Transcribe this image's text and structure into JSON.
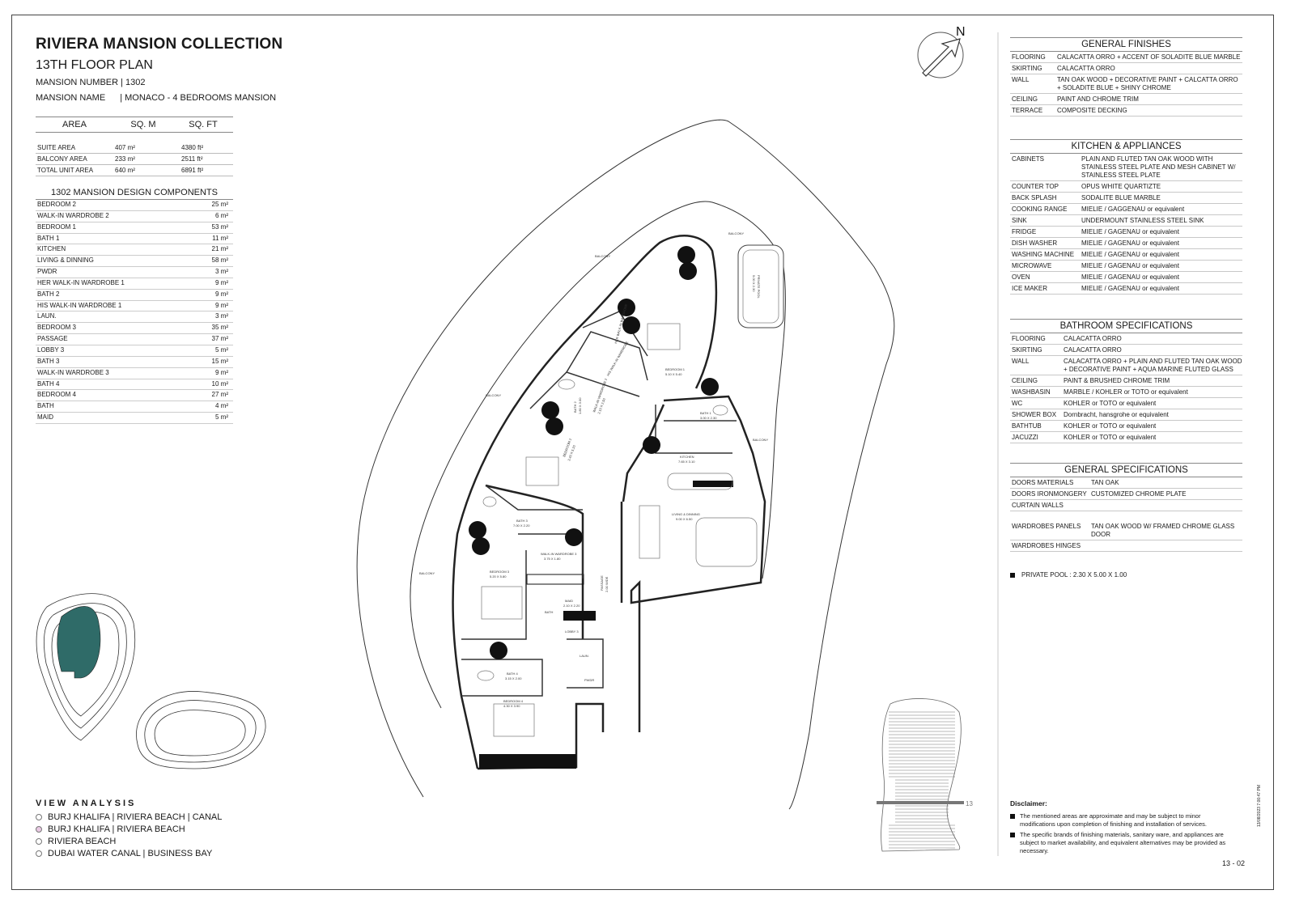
{
  "header": {
    "title": "RIVIERA MANSION COLLECTION",
    "floor_plan": "13TH FLOOR PLAN",
    "mansion_number_label": "MANSION NUMBER",
    "mansion_number": "1302",
    "mansion_name_label": "MANSION NAME",
    "mansion_name": "MONACO - 4 BEDROOMS MANSION"
  },
  "area_table": {
    "headers": [
      "AREA",
      "SQ. M",
      "SQ. FT"
    ],
    "rows": [
      [
        "SUITE AREA",
        "407 m²",
        "4380 ft²"
      ],
      [
        "BALCONY AREA",
        "233 m²",
        "2511 ft²"
      ],
      [
        "TOTAL UNIT AREA",
        "640 m²",
        "6891 ft²"
      ]
    ]
  },
  "components": {
    "title": "1302 MANSION DESIGN COMPONENTS",
    "rows": [
      [
        "BEDROOM 2",
        "25 m²"
      ],
      [
        "WALK-IN WARDROBE 2",
        "6 m²"
      ],
      [
        "BEDROOM 1",
        "53 m²"
      ],
      [
        "BATH 1",
        "11 m²"
      ],
      [
        "KITCHEN",
        "21 m²"
      ],
      [
        "LIVING & DINNING",
        "58 m²"
      ],
      [
        "PWDR",
        "3 m²"
      ],
      [
        "HER WALK-IN WARDROBE 1",
        "9 m²"
      ],
      [
        "BATH 2",
        "9 m²"
      ],
      [
        "HIS WALK-IN WARDROBE 1",
        "9 m²"
      ],
      [
        "LAUN.",
        "3 m²"
      ],
      [
        "BEDROOM 3",
        "35 m²"
      ],
      [
        "PASSAGE",
        "37 m²"
      ],
      [
        "LOBBY 3",
        "5 m²"
      ],
      [
        "BATH 3",
        "15 m²"
      ],
      [
        "WALK-IN WARDROBE 3",
        "9 m²"
      ],
      [
        "BATH 4",
        "10 m²"
      ],
      [
        "BEDROOM 4",
        "27 m²"
      ],
      [
        "BATH",
        "4 m²"
      ],
      [
        "MAID",
        "5 m²"
      ]
    ]
  },
  "general_finishes": {
    "title": "GENERAL FINISHES",
    "rows": [
      [
        "FLOORING",
        "CALACATTA ORRO + ACCENT OF SOLADITE BLUE MARBLE"
      ],
      [
        "SKIRTING",
        "CALACATTA ORRO"
      ],
      [
        "WALL",
        "TAN OAK WOOD + DECORATIVE PAINT + CALCATTA ORRO + SOLADITE BLUE + SHINY CHROME"
      ],
      [
        "CEILING",
        "PAINT AND CHROME TRIM"
      ],
      [
        "TERRACE",
        "COMPOSITE DECKING"
      ]
    ]
  },
  "kitchen": {
    "title": "KITCHEN & APPLIANCES",
    "rows": [
      [
        "CABINETS",
        "PLAIN AND FLUTED TAN OAK WOOD WITH STAINLESS STEEL PLATE AND MESH CABINET W/ STAINLESS STEEL PLATE"
      ],
      [
        "COUNTER TOP",
        "OPUS WHITE QUARTIZTE"
      ],
      [
        "BACK SPLASH",
        "SODALITE BLUE MARBLE"
      ],
      [
        "COOKING RANGE",
        "MIELIE / GAGGENAU or equivalent"
      ],
      [
        "SINK",
        "UNDERMOUNT STAINLESS STEEL SINK"
      ],
      [
        "FRIDGE",
        "MIELIE / GAGENAU or equivalent"
      ],
      [
        "DISH WASHER",
        "MIELIE / GAGENAU or equivalent"
      ],
      [
        "WASHING MACHINE",
        "MIELIE / GAGENAU or equivalent"
      ],
      [
        "MICROWAVE",
        "MIELIE / GAGENAU or equivalent"
      ],
      [
        "OVEN",
        "MIELIE / GAGENAU or equivalent"
      ],
      [
        "ICE MAKER",
        "MIELIE / GAGENAU or equivalent"
      ]
    ]
  },
  "bathroom": {
    "title": "BATHROOM SPECIFICATIONS",
    "rows": [
      [
        "FLOORING",
        "CALACATTA ORRO"
      ],
      [
        "SKIRTING",
        "CALACATTA ORRO"
      ],
      [
        "WALL",
        "CALACATTA ORRO + PLAIN AND FLUTED TAN OAK WOOD + DECORATIVE PAINT + AQUA MARINE FLUTED GLASS"
      ],
      [
        "CEILING",
        "PAINT & BRUSHED CHROME TRIM"
      ],
      [
        "WASHBASIN",
        "MARBLE / KOHLER or TOTO or equivalent"
      ],
      [
        "WC",
        "KOHLER or TOTO or equivalent"
      ],
      [
        "SHOWER BOX",
        "Dornbracht, hansgrohe or equivalent"
      ],
      [
        "BATHTUB",
        "KOHLER or TOTO or equivalent"
      ],
      [
        "JACUZZI",
        "KOHLER or TOTO or equivalent"
      ]
    ]
  },
  "general_specs": {
    "title": "GENERAL SPECIFICATIONS",
    "rows": [
      [
        "DOORS MATERIALS",
        "TAN OAK"
      ],
      [
        "DOORS IRONMONGERY",
        "CUSTOMIZED CHROME PLATE"
      ],
      [
        "CURTAIN WALLS",
        ""
      ],
      [
        "WARDROBES PANELS",
        "TAN OAK WOOD W/ FRAMED CHROME GLASS DOOR"
      ],
      [
        "WARDROBES HINGES",
        ""
      ]
    ]
  },
  "pool": "PRIVATE POOL : 2.30 X 5.00 X 1.00",
  "disclaimer": {
    "title": "Disclaimer:",
    "items": [
      "The mentioned areas are approximate and may be subject to minor modifications upon completion of finishing and installation of services.",
      "The specific brands of finishing materials, sanitary ware, and appliances are subject to market availability, and equivalent alternatives may be provided as necessary."
    ]
  },
  "page_number": "13 - 02",
  "print_stamp": "13/08/2023 7:00:47 PM",
  "north_label": "N",
  "floor_marker": "13",
  "view_analysis": {
    "title": "VIEW ANALYSIS",
    "items": [
      {
        "label": "BURJ KHALIFA | RIVIERA BEACH | CANAL",
        "marked": false
      },
      {
        "label": "BURJ KHALIFA | RIVIERA BEACH",
        "marked": true
      },
      {
        "label": "RIVIERA BEACH",
        "marked": false
      },
      {
        "label": "DUBAI WATER CANAL | BUSINESS BAY",
        "marked": false
      }
    ]
  },
  "plan_labels": {
    "balcony": "BALCONY",
    "private_pool": "PRIVATE POOL",
    "pool_dims": "5.00 X 2.30",
    "bedroom_1": "BEDROOM 1",
    "bedroom_1_dims": "5.10 X 5.40",
    "bedroom_2": "BEDROOM 2",
    "bedroom_2_dims": "3.40 X 5.20",
    "bedroom_3": "BEDROOM 3",
    "bedroom_3_dims": "5.20 X 5.80",
    "bedroom_4": "BEDROOM 4",
    "bedroom_4_dims": "4.30 X 3.90",
    "bath_1": "BATH 1",
    "bath_1_dims": "3.00 X 2.30",
    "bath_2": "BATH 2",
    "bath_2_dims": "1.80 X 3.00",
    "bath_3": "BATH 3",
    "bath_3_dims": "7.00 X 2.20",
    "bath_4": "BATH 4",
    "bath_4_dims": "3.15 X 2.00",
    "bath": "BATH",
    "kitchen": "KITCHEN",
    "kitchen_dims": "7.65 X 3.10",
    "living": "LIVING & DINNING",
    "living_dims": "9.00 X 6.50",
    "walkin_3": "WALK-IN WARDROBE 3",
    "walkin_3_dims": "3.75 X 1.80",
    "walkin_2": "WALK-IN WARDROBE 2",
    "walkin_2_dims": "2.10 X 2.50",
    "her_walkin": "HER WALK-IN WARDROBE",
    "his_walkin": "HIS WALK-IN WARDROBE",
    "maid": "MAID",
    "maid_dims": "2.10 X 2.20",
    "lobby": "LOBBY 3",
    "laun": "LAUN.",
    "pwdr": "PWDR",
    "passage": "PASSAGE",
    "passage_dims": "2.00 WIDE"
  },
  "colors": {
    "highlight_unit": "#2f6b68",
    "marked_radio": "#e9c9e3",
    "ink": "#1a1a1a"
  }
}
